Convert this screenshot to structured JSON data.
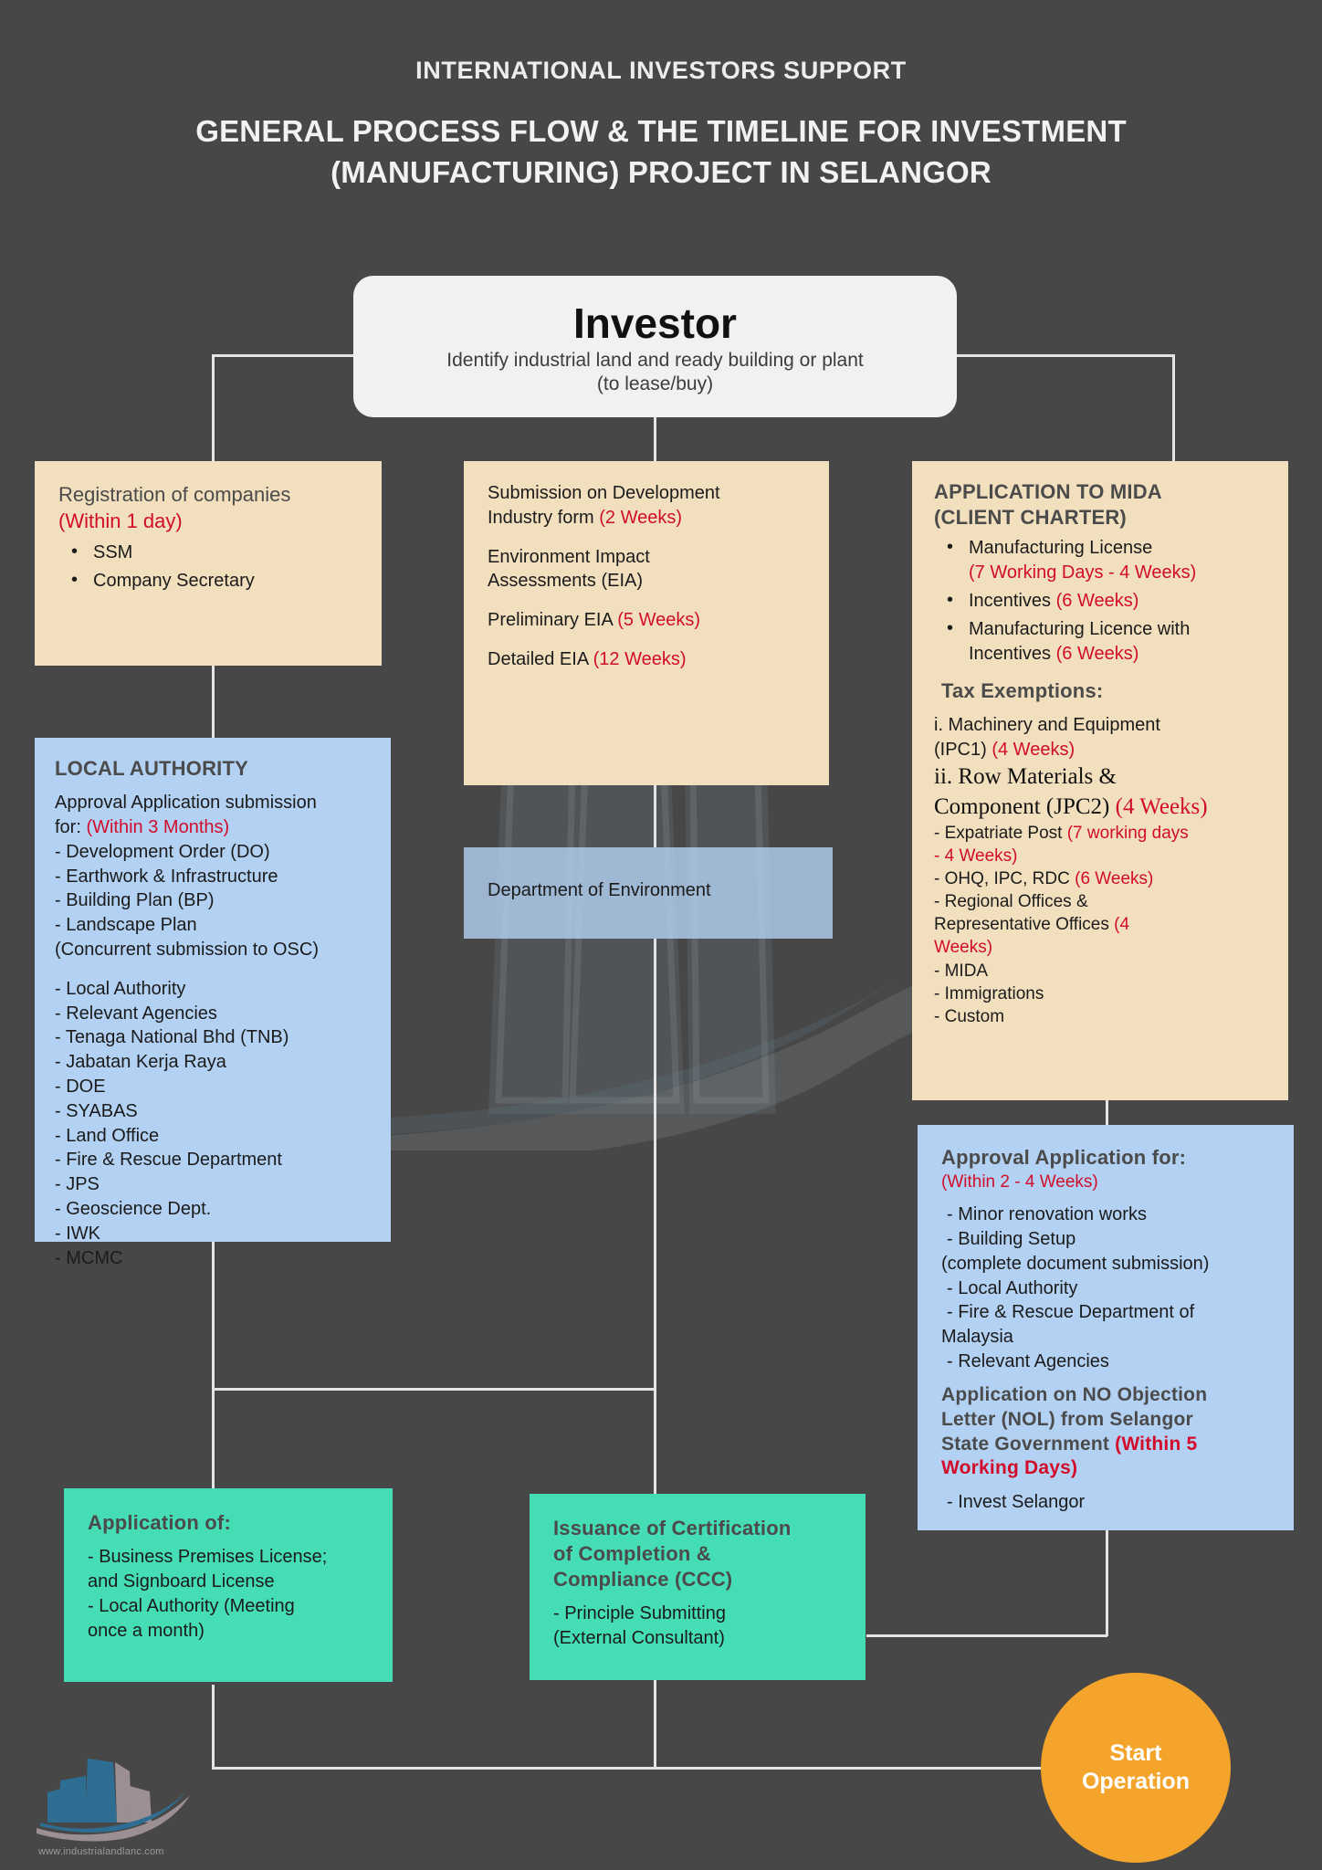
{
  "header": {
    "eyebrow": "INTERNATIONAL INVESTORS SUPPORT",
    "title_line1": "GENERAL PROCESS FLOW & THE TIMELINE FOR INVESTMENT",
    "title_line2": "(MANUFACTURING) PROJECT IN SELANGOR"
  },
  "investor": {
    "title": "Investor",
    "subtitle_line1": "Identify industrial land and ready building or plant",
    "subtitle_line2": "(to lease/buy)"
  },
  "registration": {
    "title": "Registration of companies",
    "duration": "(Within 1 day)",
    "items": [
      "SSM",
      "Company Secretary"
    ]
  },
  "submission": {
    "line1_a": "Submission on Development",
    "line1_b": "Industry form ",
    "line1_duration": "(2 Weeks)",
    "line2_a": "Environment Impact",
    "line2_b": "Assessments (EIA)",
    "line3_a": "Preliminary EIA ",
    "line3_duration": "(5 Weeks)",
    "line4_a": "Detailed EIA ",
    "line4_duration": "(12 Weeks)"
  },
  "mida": {
    "title_line1": "APPLICATION TO MIDA",
    "title_line2": "(CLIENT CHARTER)",
    "bullets": [
      {
        "label": "Manufacturing License",
        "duration": "(7 Working Days - 4 Weeks)",
        "break": true
      },
      {
        "label": "Incentives ",
        "duration": "(6 Weeks)",
        "break": false
      },
      {
        "label": "Manufacturing Licence with Incentives ",
        "duration": "(6 Weeks)",
        "break": false
      }
    ],
    "tax_title": "Tax Exemptions:",
    "tax_i_a": "i. Machinery and Equipment",
    "tax_i_b": "(IPC1) ",
    "tax_i_duration": "(4 Weeks)",
    "tax_ii_a": "ii. Row Materials &",
    "tax_ii_b": "Component (JPC2) ",
    "tax_ii_duration": "(4 Weeks)",
    "sub_items": [
      {
        "label": "- Expatriate Post ",
        "duration": "(7 working days"
      },
      {
        "label": "",
        "duration": "- 4 Weeks)"
      },
      {
        "label": "- OHQ, IPC, RDC ",
        "duration": "(6 Weeks)"
      },
      {
        "label": "- Regional Offices &",
        "duration": ""
      },
      {
        "label": "Representative Offices ",
        "duration": "(4"
      },
      {
        "label": "",
        "duration": "Weeks)"
      },
      {
        "label": "- MIDA",
        "duration": ""
      },
      {
        "label": "- Immigrations",
        "duration": ""
      },
      {
        "label": "- Custom",
        "duration": ""
      }
    ]
  },
  "local_authority": {
    "title": "LOCAL AUTHORITY",
    "intro_a": "Approval Application submission",
    "intro_b": "for: ",
    "intro_duration": "(Within 3 Months)",
    "plans": [
      "- Development Order (DO)",
      "- Earthwork & Infrastructure",
      "- Building Plan (BP)",
      "- Landscape Plan",
      "(Concurrent submission to OSC)"
    ],
    "agencies": [
      "- Local Authority",
      "- Relevant Agencies",
      "- Tenaga National  Bhd (TNB)",
      "- Jabatan Kerja Raya",
      "- DOE",
      "- SYABAS",
      "- Land Office",
      "- Fire & Rescue Department",
      "- JPS",
      "- Geoscience Dept.",
      "- IWK",
      "- MCMC"
    ]
  },
  "doe": {
    "label": "Department of Environment"
  },
  "approval": {
    "title": "Approval Application for:",
    "duration": "(Within 2 - 4 Weeks)",
    "items": [
      "- Minor renovation works",
      "- Building Setup",
      "(complete document submission)",
      "- Local Authority",
      "- Fire & Rescue Department of",
      "Malaysia",
      "- Relevant Agencies"
    ],
    "nol_line1": "Application on NO Objection",
    "nol_line2": "Letter (NOL) from Selangor",
    "nol_line3_a": "State Government ",
    "nol_line3_b": "(Within 5",
    "nol_line4": "Working Days)",
    "nol_item": "- Invest Selangor"
  },
  "application_of": {
    "title": "Application of:",
    "items": [
      "- Business Premises License;",
      "and Signboard License",
      "- Local Authority (Meeting",
      "once a month)"
    ]
  },
  "ccc": {
    "title_line1": "Issuance of Certification",
    "title_line2": "of Completion &",
    "title_line3": "Compliance (CCC)",
    "items": [
      "- Principle Submitting",
      "(External Consultant)"
    ]
  },
  "start_operation": {
    "line1": "Start",
    "line2": "Operation"
  },
  "logo": {
    "url": "www.industrialandlanc.com"
  },
  "colors": {
    "background": "#474747",
    "tan": "#F2DFBE",
    "blue": "#B3D1F2",
    "green": "#45DDB6",
    "orange": "#F4A42B",
    "accent_red": "#D10D2B",
    "connector": "#E4E4E4"
  }
}
